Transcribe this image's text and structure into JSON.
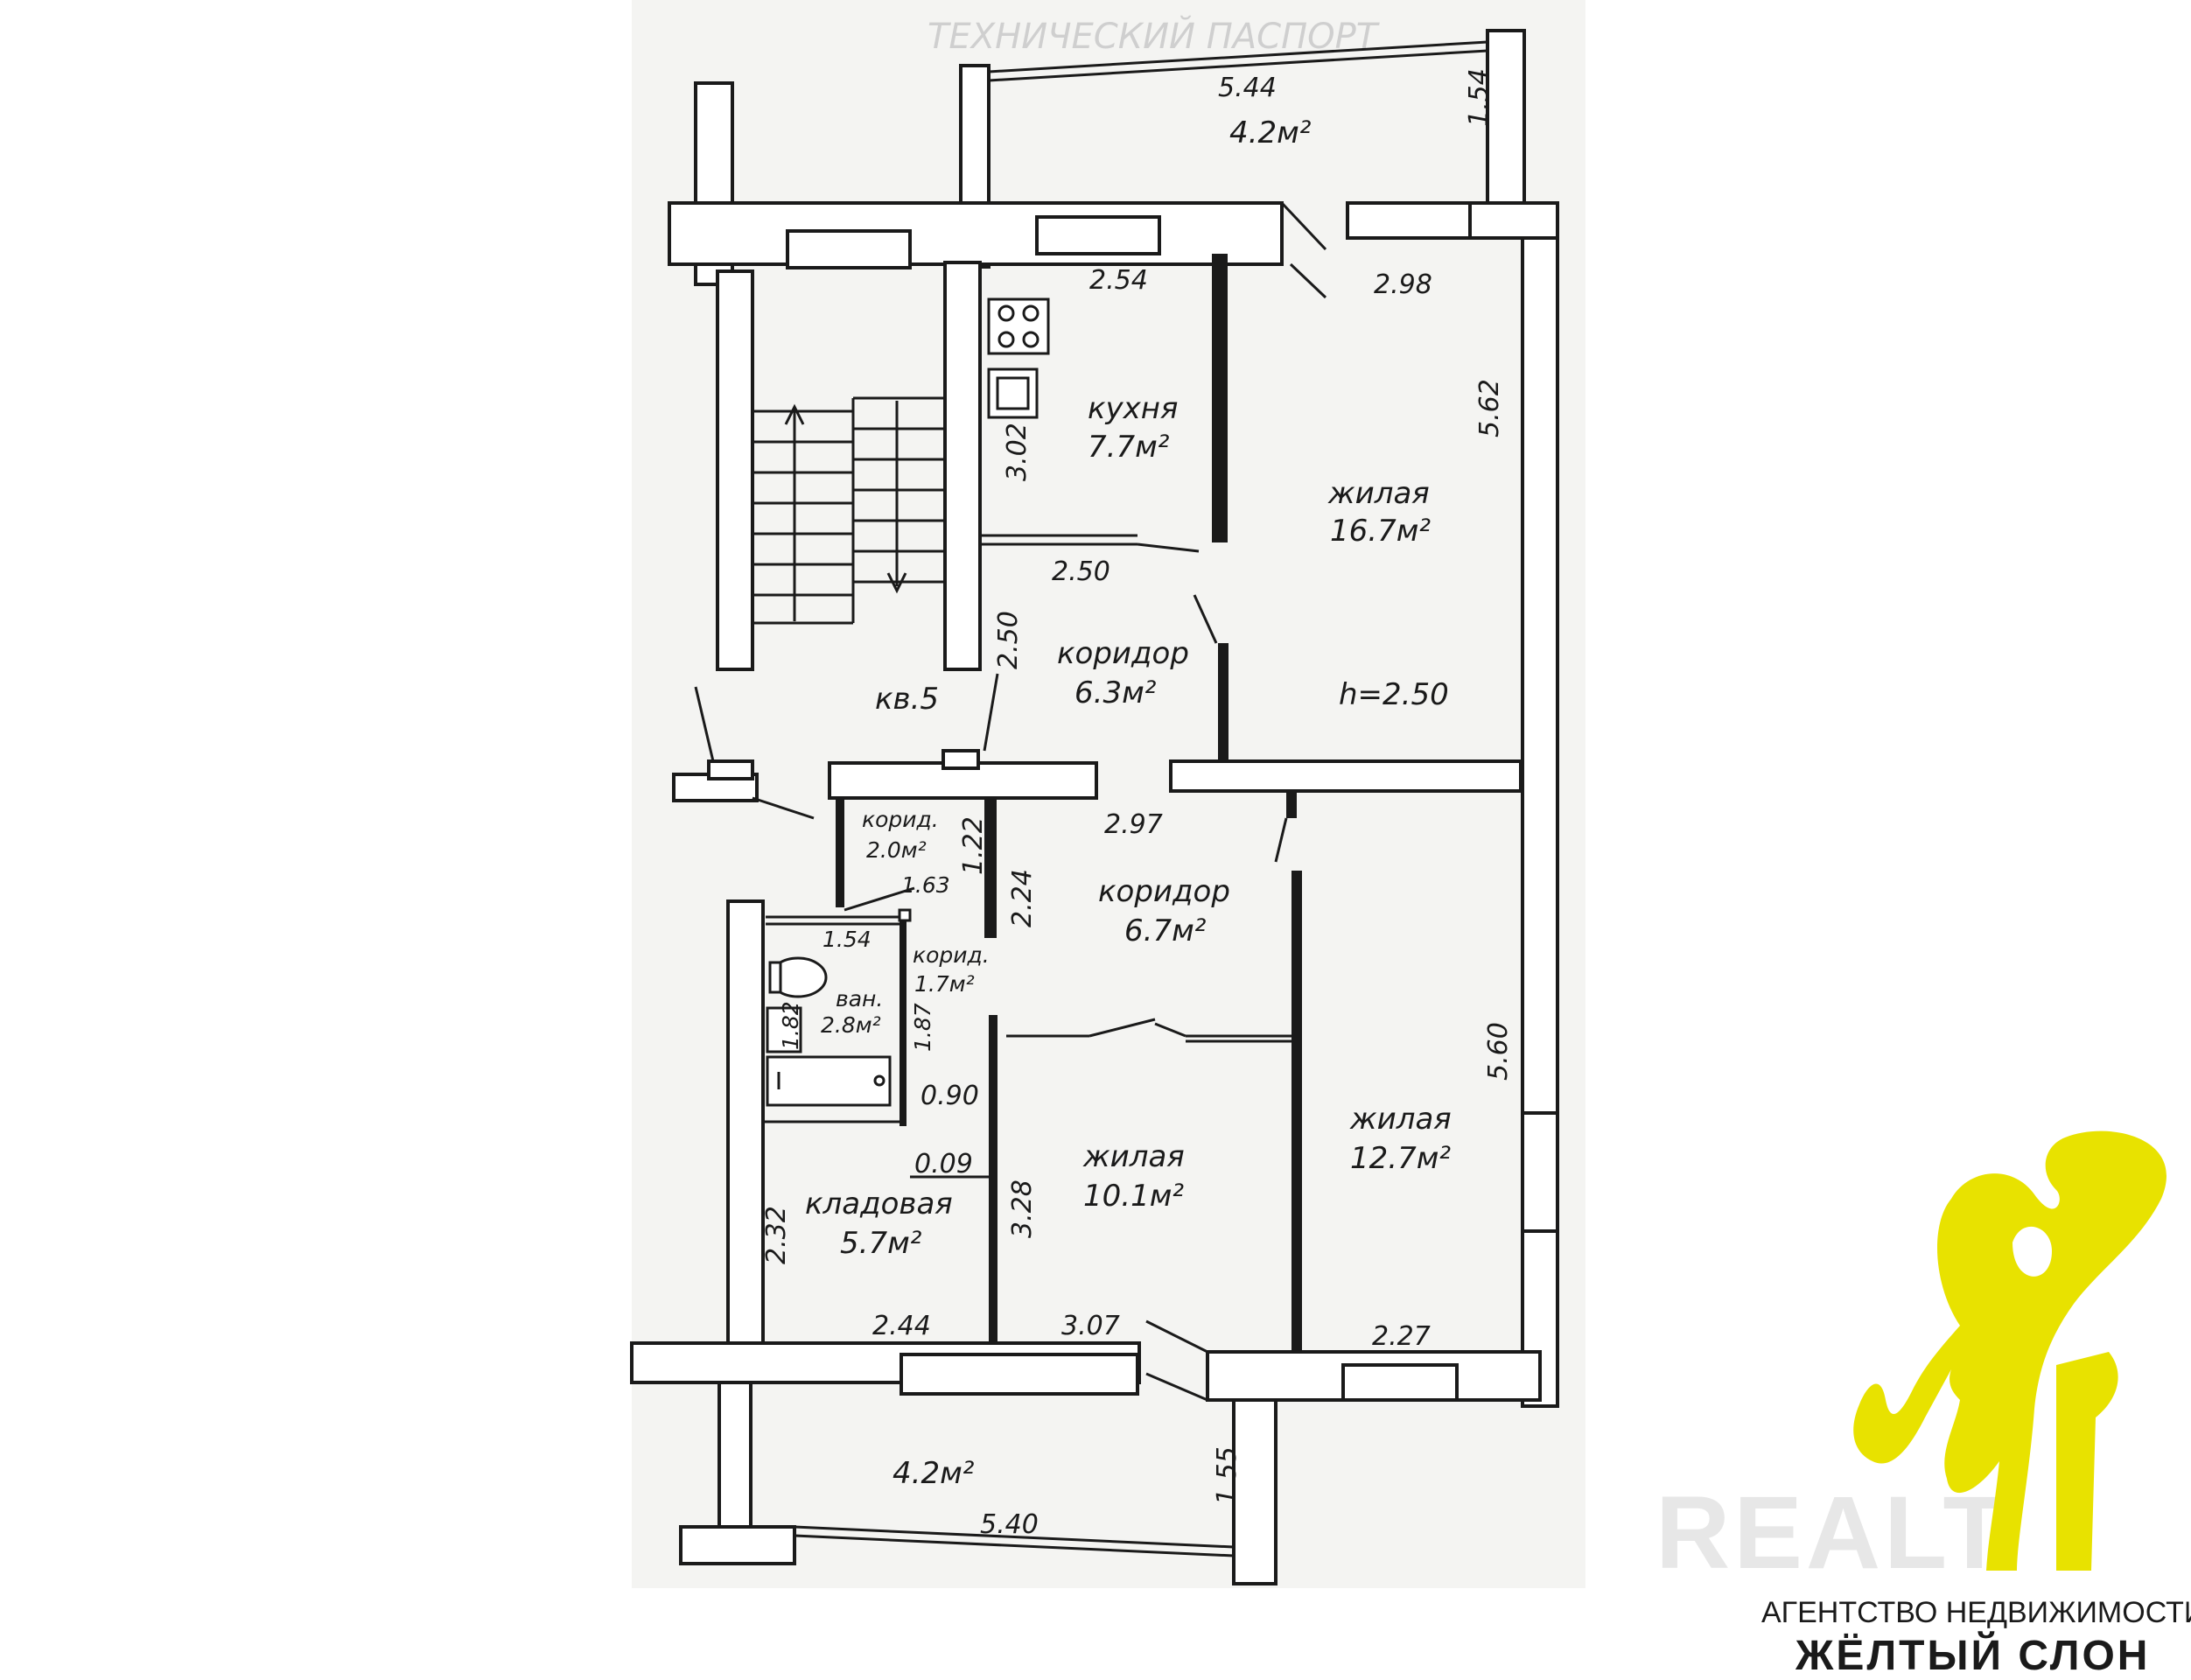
{
  "plan": {
    "balcony_top": {
      "width": "5.44",
      "area": "4.2м²",
      "depth": "1.54"
    },
    "balcony_bottom": {
      "width": "5.40",
      "area": "4.2м²",
      "depth": "1.55"
    },
    "kitchen": {
      "name": "кухня",
      "area": "7.7м²",
      "width": "2.54",
      "length": "3.02",
      "bottom": "2.50"
    },
    "living_large": {
      "name": "жилая",
      "area": "16.7м²",
      "width": "2.98",
      "length": "5.62",
      "height": "h=2.50"
    },
    "corridor_upper": {
      "name": "коридор",
      "area": "6.3м²",
      "length": "2.50"
    },
    "apartment": {
      "label": "кв.5"
    },
    "corridor_small_1": {
      "name": "корид.",
      "area": "2.0м²",
      "d1": "1.22",
      "d2": "1.63"
    },
    "corridor_lower": {
      "name": "коридор",
      "area": "6.7м²",
      "width": "2.97",
      "length": "2.24"
    },
    "corridor_small_2": {
      "name": "корид.",
      "area": "1.7м²",
      "length": "1.87",
      "width": "0.90"
    },
    "bathroom": {
      "name": "ван.",
      "area": "2.8м²",
      "width": "1.54",
      "length": "1.82"
    },
    "living_mid": {
      "name": "жилая",
      "area": "10.1м²",
      "width": "3.07",
      "length": "3.28",
      "wall": "0.09"
    },
    "living_right": {
      "name": "жилая",
      "area": "12.7м²",
      "width": "2.27",
      "length": "5.60"
    },
    "storage": {
      "name": "кладовая",
      "area": "5.7м²",
      "width": "2.44",
      "length": "2.32"
    },
    "header_faint": "ТЕХНИЧЕСКИЙ ПАСПОРТ"
  },
  "watermark": {
    "text": "REALT"
  },
  "brand": {
    "line1": "АГЕНТСТВО НЕДВИЖИМОСТИ",
    "line2": "ЖЁЛТЫЙ СЛОН",
    "color": "#e8e200"
  }
}
